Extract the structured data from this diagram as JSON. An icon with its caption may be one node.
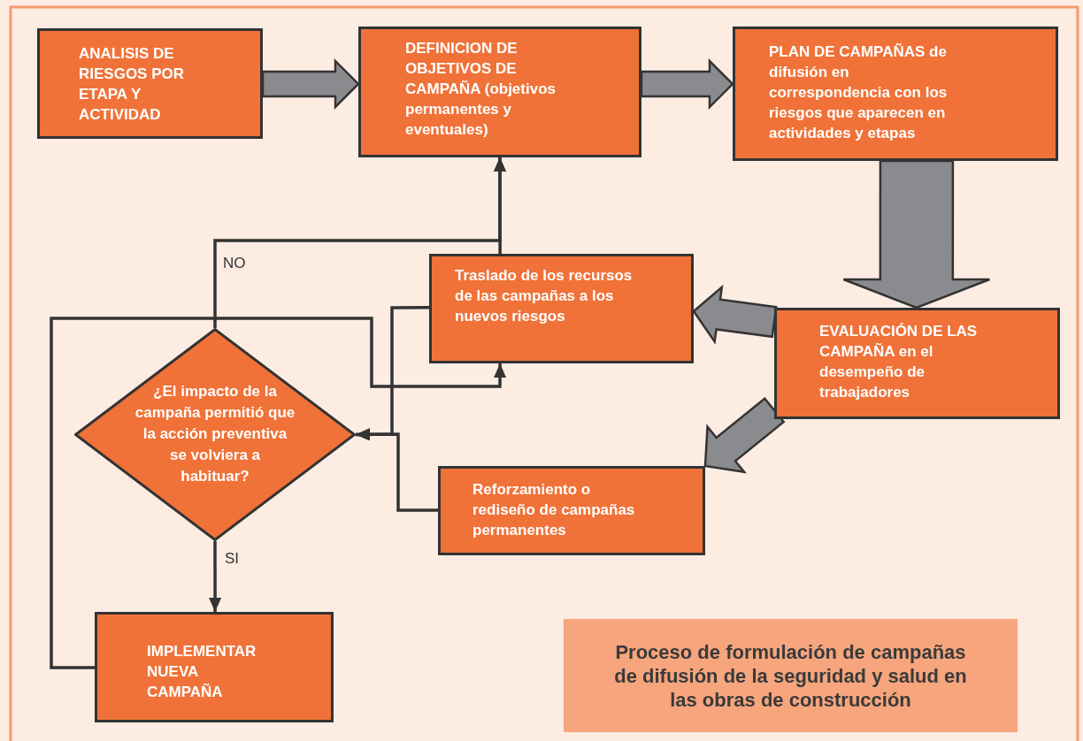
{
  "diagram": {
    "title": "Proceso de formulación de campañas de difusión de la seguridad y salud en las obras de construcción",
    "nodes": [
      {
        "text": [
          "ANALISIS DE RIESGOS POR ETAPA Y ACTIVIDAD"
        ]
      },
      {
        "text": [
          "DEFINICION DE OBJETIVOS DE CAMPAÑA (objetivos permanentes y eventuales)"
        ]
      },
      {
        "text": [
          "PLAN DE CAMPAÑAS de difusión en correspondencia con los riesgos que aparecen en actividades y etapas"
        ]
      },
      {
        "text": [
          "Traslado de los recursos de las campañas a los nuevos riesgos"
        ]
      },
      {
        "text": [
          "EVALUACIÓN DE LAS CAMPAÑA en el desempeño de trabajadores"
        ]
      },
      {
        "text": [
          "¿El impacto de la campaña permitió que la acción preventiva se volviera a habituar?"
        ]
      },
      {
        "text": [
          "Reforzamiento o rediseño de campañas permanentes"
        ]
      },
      {
        "text": [
          "IMPLEMENTAR NUEVA CAMPAÑA"
        ]
      }
    ],
    "edges": [
      {
        "from": 0,
        "to": 1,
        "arrow": "to",
        "style": "thick",
        "color": "#8a8b8f"
      },
      {
        "from": 1,
        "to": 2,
        "arrow": "to",
        "style": "thick",
        "color": "#8a8b8f"
      },
      {
        "from": 2,
        "to": 4,
        "arrow": "to",
        "style": "thick",
        "color": "#8a8b8f"
      },
      {
        "from": 4,
        "to": 3,
        "arrow": "to",
        "style": "thick",
        "color": "#8a8b8f"
      },
      {
        "from": 4,
        "to": 6,
        "arrow": "to",
        "style": "thick",
        "color": "#8a8b8f"
      },
      {
        "from": 5,
        "to": 1,
        "arrow": "to",
        "label": "NO"
      },
      {
        "from": 3,
        "to": 1,
        "arrow": "to"
      },
      {
        "from": 7,
        "to": 3,
        "arrow": "to"
      },
      {
        "from": 3,
        "to": 5,
        "arrow": "to"
      },
      {
        "from": 6,
        "to": 5,
        "arrow": "to"
      },
      {
        "from": 5,
        "to": 7,
        "arrow": "to",
        "label": "SI"
      }
    ]
  }
}
